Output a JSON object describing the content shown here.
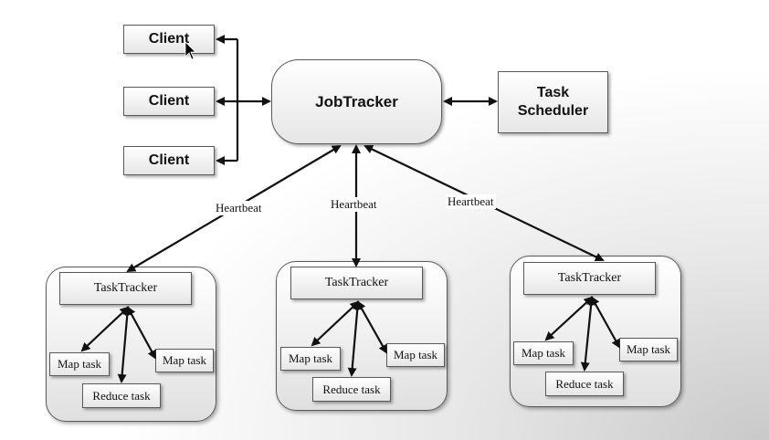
{
  "clients": [
    "Client",
    "Client",
    "Client"
  ],
  "jobtracker": "JobTracker",
  "scheduler": "Task Scheduler",
  "heartbeat_labels": [
    "Heartbeat",
    "Heartbeat",
    "Heartbeat"
  ],
  "nodes": [
    {
      "tracker": "TaskTracker",
      "map_left": "Map task",
      "map_right": "Map task",
      "reduce": "Reduce task"
    },
    {
      "tracker": "TaskTracker",
      "map_left": "Map task",
      "map_right": "Map task",
      "reduce": "Reduce task"
    },
    {
      "tracker": "TaskTracker",
      "map_left": "Map task",
      "map_right": "Map task",
      "reduce": "Reduce task"
    }
  ]
}
